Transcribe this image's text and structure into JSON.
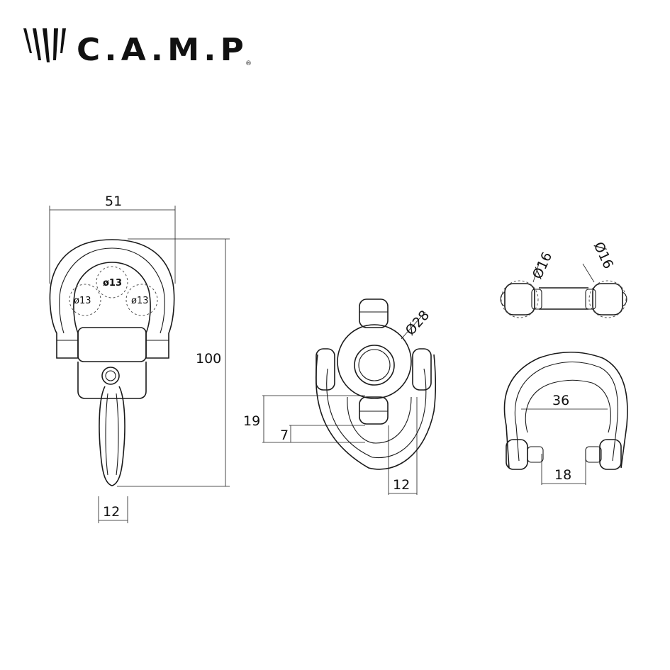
{
  "logo": {
    "text": "C.A.M.P",
    "registered": "®"
  },
  "left_view": {
    "width": "51",
    "height": "100",
    "bar": "12",
    "holes": [
      "ø13",
      "ø13",
      "ø13"
    ]
  },
  "middle_view": {
    "diameter": "Ø28",
    "offset_19": "19",
    "offset_7": "7",
    "bar": "12"
  },
  "right_view": {
    "pin_left": "Ø16",
    "pin_right": "Ø16",
    "inner_width": "36",
    "pin_gap": "18"
  }
}
